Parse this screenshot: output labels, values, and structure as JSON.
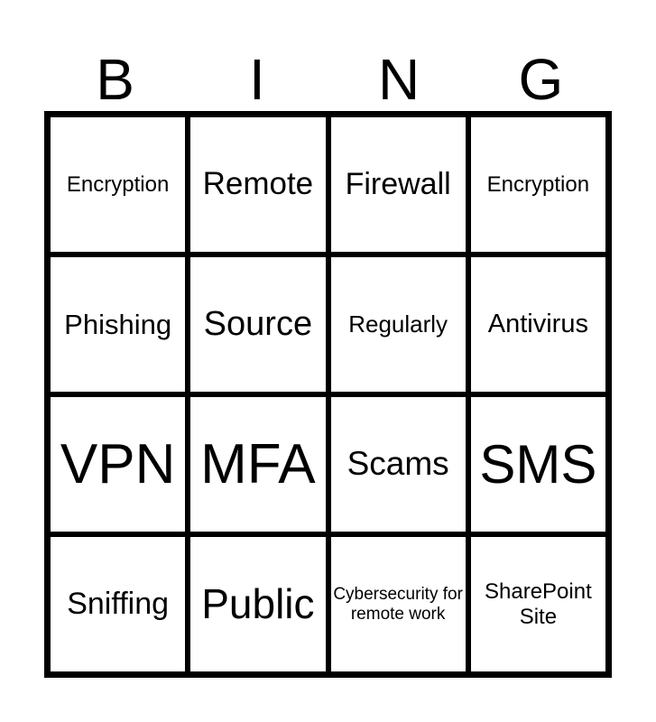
{
  "header": [
    "B",
    "I",
    "N",
    "G"
  ],
  "cells": [
    {
      "text": "Encryption",
      "size": 24
    },
    {
      "text": "Remote",
      "size": 35
    },
    {
      "text": "Firewall",
      "size": 34
    },
    {
      "text": "Encryption",
      "size": 24
    },
    {
      "text": "Phishing",
      "size": 31
    },
    {
      "text": "Source",
      "size": 38
    },
    {
      "text": "Regularly",
      "size": 26
    },
    {
      "text": "Antivirus",
      "size": 29
    },
    {
      "text": "VPN",
      "size": 62
    },
    {
      "text": "MFA",
      "size": 62
    },
    {
      "text": "Scams",
      "size": 37
    },
    {
      "text": "SMS",
      "size": 60
    },
    {
      "text": "Sniffing",
      "size": 34
    },
    {
      "text": "Public",
      "size": 46
    },
    {
      "text": "Cybersecurity for remote work",
      "size": 19
    },
    {
      "text": "SharePoint Site",
      "size": 24
    }
  ]
}
